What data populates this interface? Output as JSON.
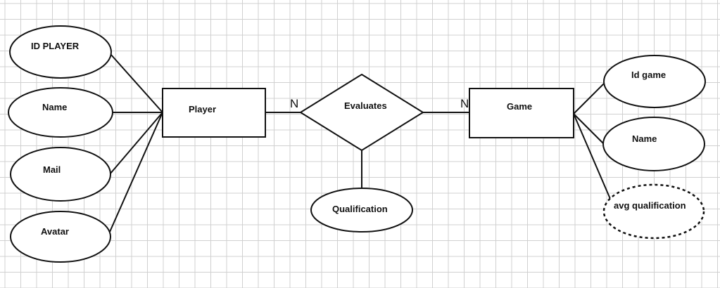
{
  "colors": {
    "grid": "#d0d0d0",
    "stroke": "#111111",
    "fill": "#ffffff"
  },
  "entities": {
    "player": "Player",
    "game": "Game"
  },
  "relationship": {
    "label": "Evaluates",
    "cardinality_left": "N",
    "cardinality_right": "N"
  },
  "player_attributes": {
    "id": "ID PLAYER",
    "name": "Name",
    "mail": "Mail",
    "avatar": "Avatar"
  },
  "game_attributes": {
    "id": "Id game",
    "name": "Name",
    "avg_qualification": "avg qualification"
  },
  "relationship_attributes": {
    "qualification": "Qualification"
  }
}
